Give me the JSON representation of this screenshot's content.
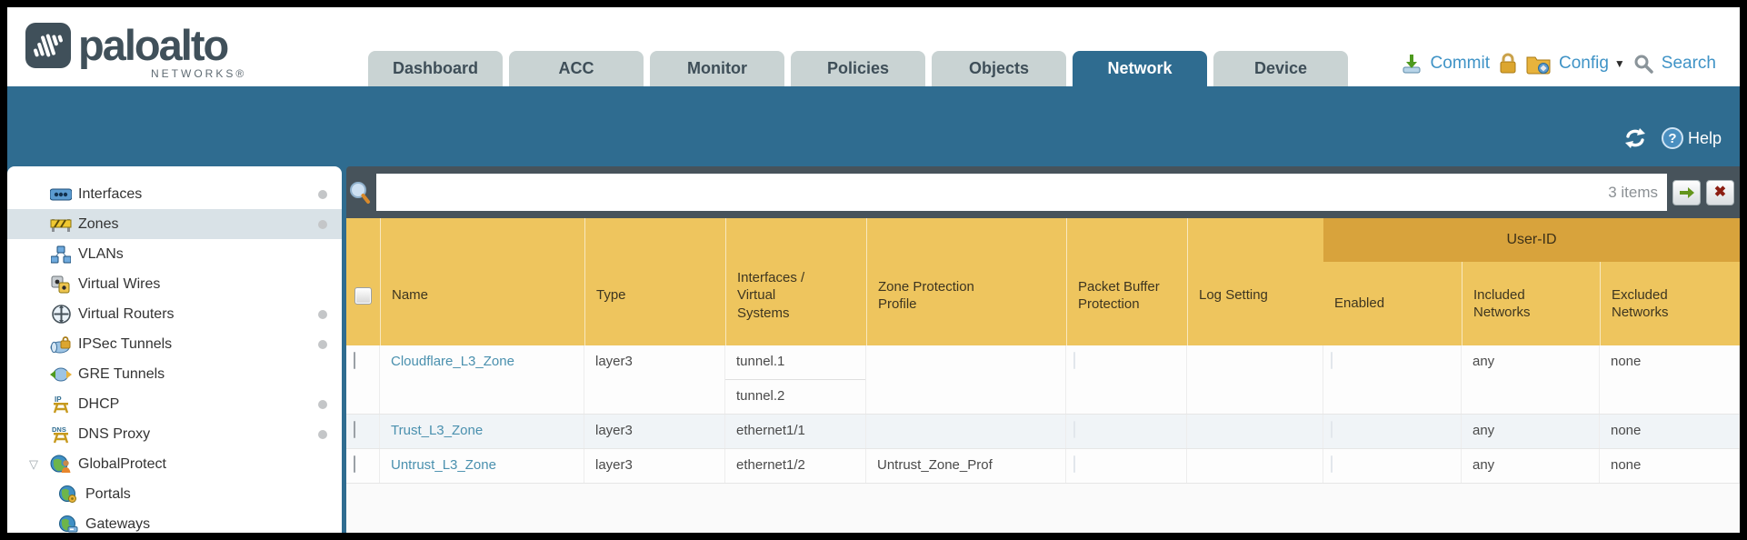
{
  "header": {
    "brand": "paloalto",
    "brand_sub": "NETWORKS®",
    "tabs": [
      {
        "label": "Dashboard",
        "active": false
      },
      {
        "label": "ACC",
        "active": false
      },
      {
        "label": "Monitor",
        "active": false
      },
      {
        "label": "Policies",
        "active": false
      },
      {
        "label": "Objects",
        "active": false
      },
      {
        "label": "Network",
        "active": true
      },
      {
        "label": "Device",
        "active": false
      }
    ],
    "actions": {
      "commit_label": "Commit",
      "config_label": "Config",
      "search_label": "Search"
    }
  },
  "toolbar": {
    "help_label": "Help"
  },
  "sidebar": {
    "items": [
      {
        "label": "Interfaces",
        "icon": "interfaces-icon",
        "has_status_dot": true,
        "selected": false
      },
      {
        "label": "Zones",
        "icon": "zones-icon",
        "has_status_dot": true,
        "selected": true
      },
      {
        "label": "VLANs",
        "icon": "vlans-icon",
        "has_status_dot": false,
        "selected": false
      },
      {
        "label": "Virtual Wires",
        "icon": "virtual-wires-icon",
        "has_status_dot": false,
        "selected": false
      },
      {
        "label": "Virtual Routers",
        "icon": "virtual-routers-icon",
        "has_status_dot": true,
        "selected": false
      },
      {
        "label": "IPSec Tunnels",
        "icon": "ipsec-tunnels-icon",
        "has_status_dot": true,
        "selected": false
      },
      {
        "label": "GRE Tunnels",
        "icon": "gre-tunnels-icon",
        "has_status_dot": false,
        "selected": false
      },
      {
        "label": "DHCP",
        "icon": "dhcp-icon",
        "has_status_dot": true,
        "selected": false
      },
      {
        "label": "DNS Proxy",
        "icon": "dns-proxy-icon",
        "has_status_dot": true,
        "selected": false
      },
      {
        "label": "GlobalProtect",
        "icon": "globalprotect-icon",
        "has_status_dot": false,
        "selected": false,
        "expanded": true
      },
      {
        "label": "Portals",
        "icon": "portals-icon",
        "has_status_dot": false,
        "selected": false,
        "indented": true
      },
      {
        "label": "Gateways",
        "icon": "gateways-icon",
        "has_status_dot": false,
        "selected": false,
        "indented": true
      }
    ],
    "expand_arrow_glyph": "▽"
  },
  "filter": {
    "value": "",
    "placeholder": "",
    "count": "3 items"
  },
  "table": {
    "userid_group_label": "User-ID",
    "columns": [
      "Name",
      "Type",
      "Interfaces / Virtual Systems",
      "Zone Protection Profile",
      "Packet Buffer Protection",
      "Log Setting",
      "Enabled",
      "Included Networks",
      "Excluded Networks"
    ],
    "rows": [
      {
        "name": "Cloudflare_L3_Zone",
        "type": "layer3",
        "interfaces": [
          "tunnel.1",
          "tunnel.2"
        ],
        "zone_protection_profile": "",
        "packet_buffer_protection_checked": false,
        "log_setting": "",
        "user_id_enabled_checked": false,
        "included_networks": "any",
        "excluded_networks": "none"
      },
      {
        "name": "Trust_L3_Zone",
        "type": "layer3",
        "interfaces": [
          "ethernet1/1"
        ],
        "zone_protection_profile": "",
        "packet_buffer_protection_checked": false,
        "log_setting": "",
        "user_id_enabled_checked": false,
        "included_networks": "any",
        "excluded_networks": "none"
      },
      {
        "name": "Untrust_L3_Zone",
        "type": "layer3",
        "interfaces": [
          "ethernet1/2"
        ],
        "zone_protection_profile": "Untrust_Zone_Prof",
        "packet_buffer_protection_checked": false,
        "log_setting": "",
        "user_id_enabled_checked": false,
        "included_networks": "any",
        "excluded_networks": "none"
      }
    ]
  },
  "colors": {
    "teal": "#2f6c90",
    "slate_filterbar": "#47535b",
    "header_gold": "#eec55e",
    "userid_band_gold": "#d8a33c",
    "zone_link_blue": "#4a90ae",
    "action_link_blue": "#3f93c6"
  }
}
